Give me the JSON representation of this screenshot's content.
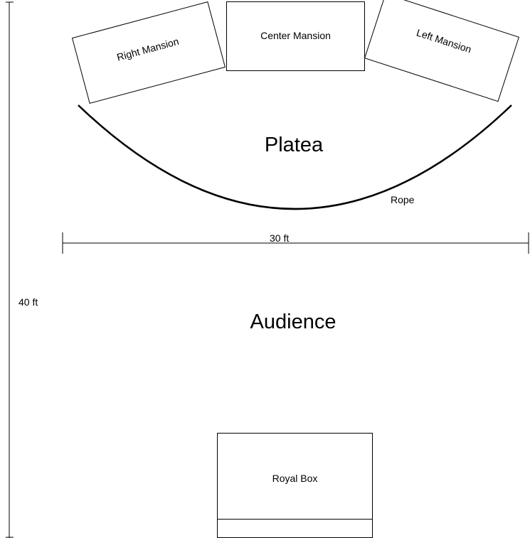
{
  "title": "",
  "mansions": {
    "right": "Right Mansion",
    "center": "Center Mansion",
    "left": "Left Mansion"
  },
  "areas": {
    "platea": "Platea",
    "audience": "Audience"
  },
  "rope_label": "Rope",
  "royal_box_label": "Royal Box",
  "dimensions": {
    "width": "30 ft",
    "height": "40 ft"
  },
  "colors": {
    "stroke": "#000000",
    "background": "#ffffff"
  }
}
